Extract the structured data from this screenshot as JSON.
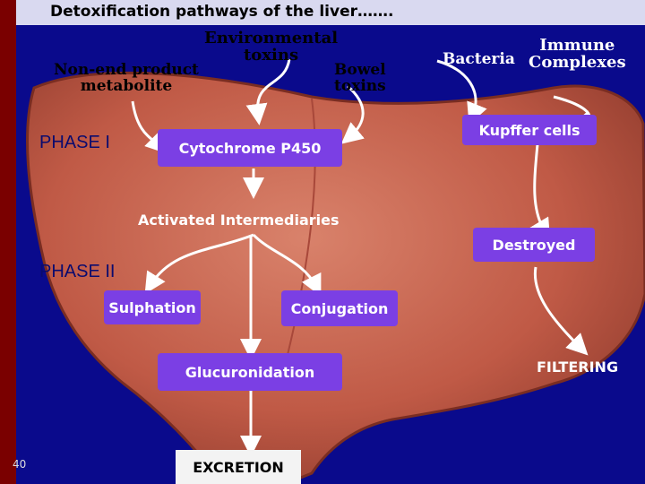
{
  "title": "Detoxification pathways of the liver…….",
  "labels": {
    "environmental": "Environmental\ntoxins",
    "non_end_product": "Non-end product\nmetabolite",
    "bowel": "Bowel\ntoxins",
    "bacteria": "Bacteria",
    "immune": "Immune\nComplexes",
    "phase1": "PHASE I",
    "phase2": "PHASE II"
  },
  "boxes": {
    "cytochrome": "Cytochrome P450",
    "kupffer": "Kupffer cells",
    "activated": "Activated Intermediaries",
    "destroyed": "Destroyed",
    "sulphation": "Sulphation",
    "conjugation": "Conjugation",
    "glucuronidation": "Glucuronidation",
    "excretion": "EXCRETION",
    "filtering": "FILTERING"
  },
  "slide_number": "40",
  "colors": {
    "background": "#0a0a8c",
    "liver": "#c4604c",
    "box": "#7b3fe4",
    "arrow": "#ffffff"
  }
}
